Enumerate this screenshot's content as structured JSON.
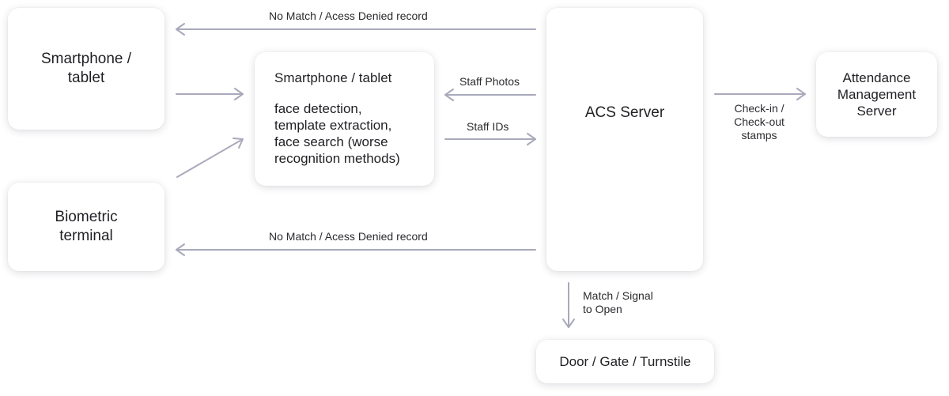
{
  "nodes": {
    "smartphone_tablet": "Smartphone /\ntablet",
    "biometric_terminal": "Biometric\nterminal",
    "local_device_title": "Smartphone / tablet",
    "local_device_desc": "face detection,\ntemplate extraction,\nface search (worse\nrecognition methods)",
    "acs_server": "ACS Server",
    "attendance_server": "Attendance\nManagement\nServer",
    "door": "Door / Gate / Turnstile"
  },
  "edges": {
    "no_match_top": "No Match / Acess Denied record",
    "staff_photos": "Staff Photos",
    "staff_ids": "Staff IDs",
    "no_match_bottom": "No Match / Acess Denied record",
    "checkin": "Check-in /\nCheck-out\nstamps",
    "match_signal": "Match / Signal\nto Open"
  },
  "colors": {
    "arrow": "#a9a9bc",
    "text": "#1f1f24",
    "card": "#ffffff"
  }
}
